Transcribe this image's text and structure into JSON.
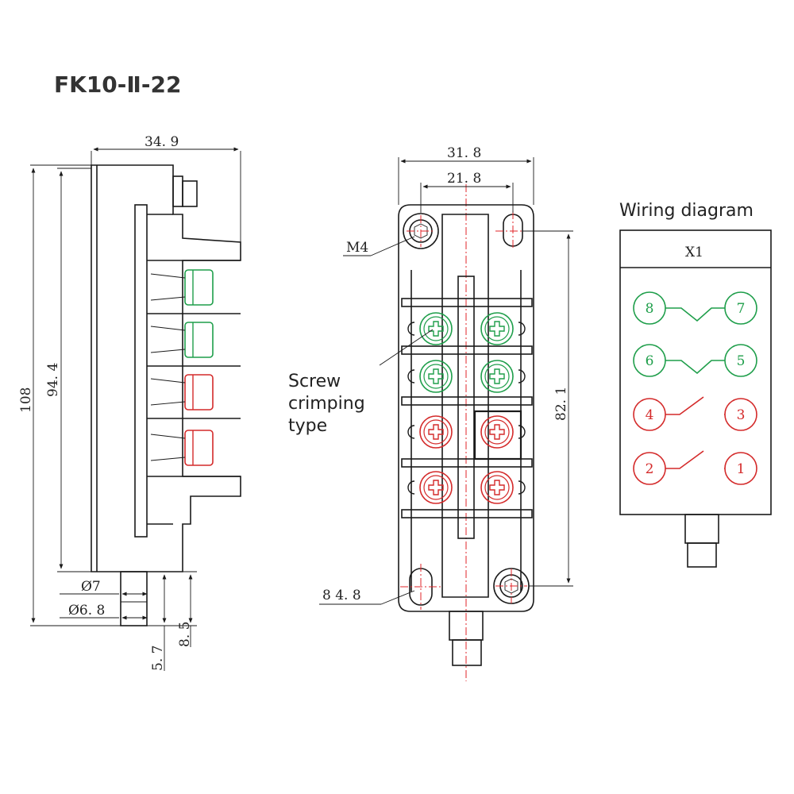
{
  "title": "FK10-Ⅱ-22",
  "side_view": {
    "dim_width": "34. 9",
    "dim_total_height": "108",
    "dim_inner_height": "94. 4",
    "dim_bolt_dia": "Ø7",
    "dim_pin_dia": "Ø6. 8",
    "dim_pin_len": "5. 7",
    "dim_bolt_len": "8. 5"
  },
  "front_view": {
    "dim_outer_width": "31. 8",
    "dim_inner_width": "21. 8",
    "dim_mount_spacing": "82. 1",
    "label_m4": "M4",
    "label_hole": "8  4. 8",
    "label_screw": [
      "Screw",
      "crimping",
      "type"
    ]
  },
  "wiring": {
    "title": "Wiring diagram",
    "header": "X1",
    "contacts": [
      {
        "left": "8",
        "right": "7",
        "type": "NC",
        "color": "#1e9e4a"
      },
      {
        "left": "6",
        "right": "5",
        "type": "NC",
        "color": "#1e9e4a"
      },
      {
        "left": "4",
        "right": "3",
        "type": "NO",
        "color": "#d42a2a"
      },
      {
        "left": "2",
        "right": "1",
        "type": "NO",
        "color": "#d42a2a"
      }
    ]
  },
  "colors": {
    "green": "#1e9e4a",
    "red": "#d42a2a",
    "line": "#1a1a1a"
  }
}
